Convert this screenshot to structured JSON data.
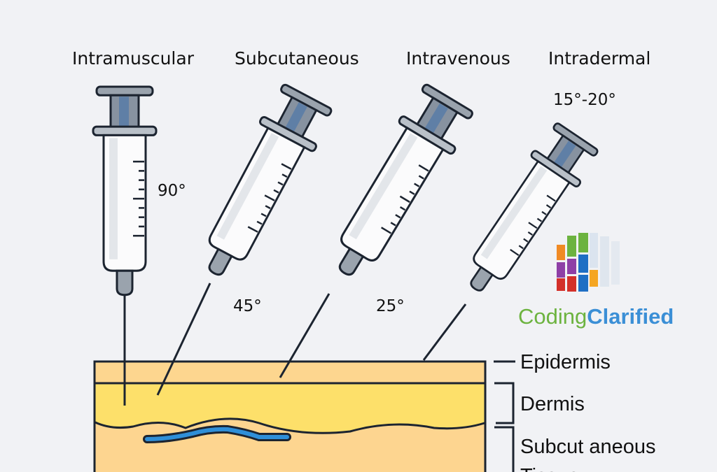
{
  "injection_types": [
    {
      "label": "Intramuscular",
      "angle": "90°"
    },
    {
      "label": "Subcutaneous",
      "angle": "45°"
    },
    {
      "label": "Intravenous",
      "angle": "25°"
    },
    {
      "label": "Intradermal",
      "angle": "15°-20°"
    }
  ],
  "layers": [
    "Epidermis",
    "Dermis",
    "Subcut aneous",
    "Tissue"
  ],
  "logo": {
    "part1": "Coding",
    "part2": "Clarified"
  },
  "colors": {
    "background": "#f1f2f5",
    "epidermis": "#fdd68f",
    "dermis": "#fde06a",
    "subcutaneous": "#fdd590",
    "vein": "#2f8fd8",
    "outline": "#1c2430"
  }
}
